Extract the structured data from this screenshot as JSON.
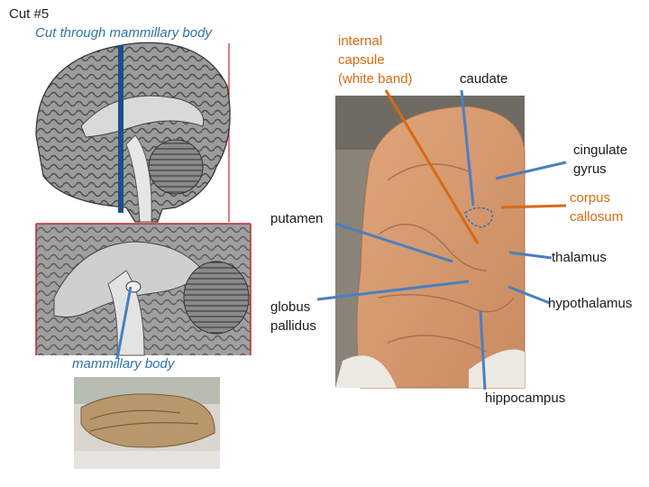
{
  "slide": {
    "title": "Cut #5",
    "subtitle": "Cut through mammillary body"
  },
  "labels": {
    "internal_capsule": [
      "internal",
      "capsule",
      "(white band)"
    ],
    "caudate": "caudate",
    "cingulate_gyrus": [
      "cingulate",
      "gyrus"
    ],
    "corpus_callosum": [
      "corpus",
      "callosum"
    ],
    "putamen": "putamen",
    "thalamus": "thalamus",
    "globus_pallidus": [
      "globus",
      "pallidus"
    ],
    "hypothalamus": "hypothalamus",
    "mammillary_body": "mammillary body",
    "hippocampus": "hippocampus"
  },
  "colors": {
    "orange_label": "#d86a12",
    "blue_line": "#4a7fc0",
    "subtitle_blue": "#2e74a8",
    "frame_red": "#c0272d"
  }
}
